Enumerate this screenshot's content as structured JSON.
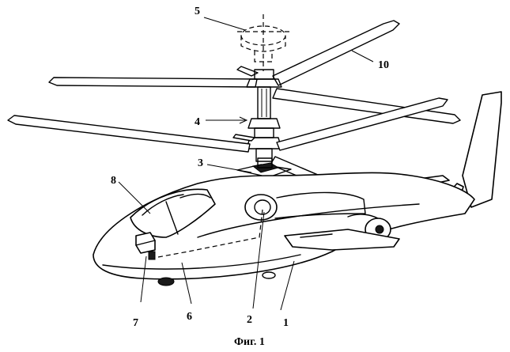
{
  "caption": "Фиг. 1",
  "labels": {
    "l1": "1",
    "l2": "2",
    "l3": "3",
    "l4": "4",
    "l5": "5",
    "l6": "6",
    "l7": "7",
    "l8": "8",
    "l10": "10"
  }
}
